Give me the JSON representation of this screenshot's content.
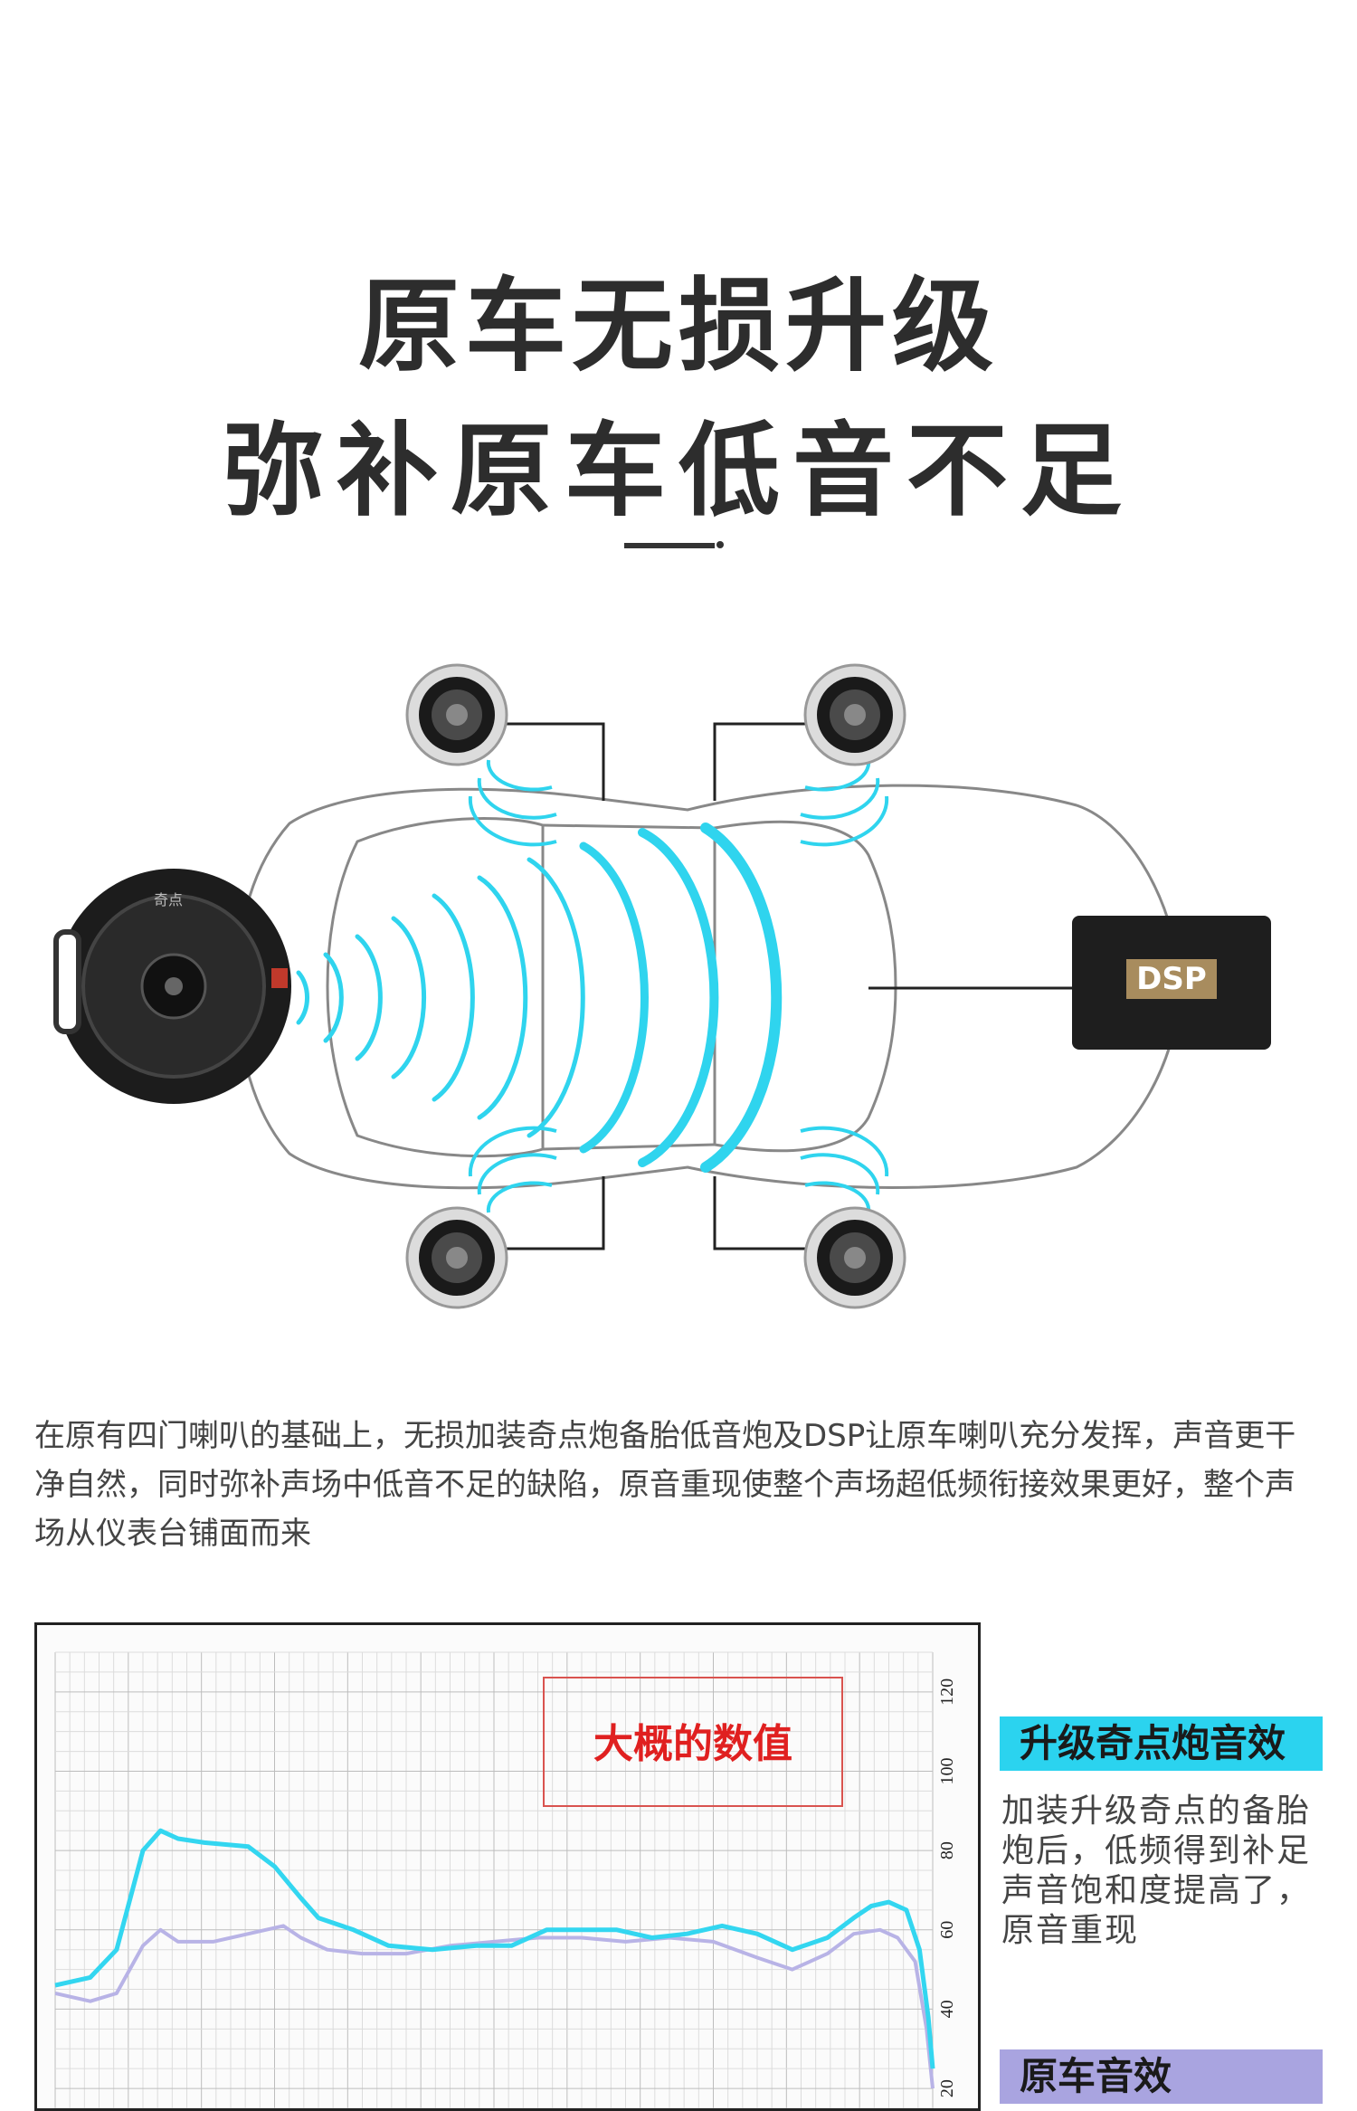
{
  "headline": {
    "line1": "原车无损升级",
    "line2": "弥补原车低音不足"
  },
  "diagram": {
    "dsp_label": "DSP",
    "subwoofer_logo": "奇点",
    "wave_color": "#2fd4ee"
  },
  "description": "在原有四门喇叭的基础上，无损加装奇点炮备胎低音炮及DSP让原车喇叭充分发挥，声音更干净自然，同时弥补声场中低音不足的缺陷，原音重现使整个声场超低频衔接效果更好，整个声场从仪表台铺面而来",
  "chart_data": {
    "type": "line",
    "annotation": "大概的数值",
    "y_ticks": [
      "20",
      "40",
      "60",
      "80",
      "100",
      "120"
    ],
    "ylim": [
      15,
      130
    ],
    "xlim": [
      0,
      100
    ],
    "series": [
      {
        "name": "升级奇点炮音效",
        "color": "#33d6f0",
        "points": [
          [
            0,
            46
          ],
          [
            4,
            48
          ],
          [
            7,
            55
          ],
          [
            10,
            80
          ],
          [
            12,
            85
          ],
          [
            14,
            83
          ],
          [
            17,
            82
          ],
          [
            22,
            81
          ],
          [
            25,
            76
          ],
          [
            28,
            68
          ],
          [
            30,
            63
          ],
          [
            34,
            60
          ],
          [
            38,
            56
          ],
          [
            43,
            55
          ],
          [
            48,
            56
          ],
          [
            52,
            56
          ],
          [
            56,
            60
          ],
          [
            60,
            60
          ],
          [
            64,
            60
          ],
          [
            68,
            58
          ],
          [
            72,
            59
          ],
          [
            76,
            61
          ],
          [
            80,
            59
          ],
          [
            84,
            55
          ],
          [
            88,
            58
          ],
          [
            91,
            63
          ],
          [
            93,
            66
          ],
          [
            95,
            67
          ],
          [
            97,
            65
          ],
          [
            98.5,
            55
          ],
          [
            99.5,
            38
          ],
          [
            100,
            25
          ]
        ]
      },
      {
        "name": "原车音效",
        "color": "#b8b3e6",
        "points": [
          [
            0,
            44
          ],
          [
            4,
            42
          ],
          [
            7,
            44
          ],
          [
            10,
            56
          ],
          [
            12,
            60
          ],
          [
            14,
            57
          ],
          [
            18,
            57
          ],
          [
            22,
            59
          ],
          [
            26,
            61
          ],
          [
            28,
            58
          ],
          [
            31,
            55
          ],
          [
            35,
            54
          ],
          [
            40,
            54
          ],
          [
            45,
            56
          ],
          [
            50,
            57
          ],
          [
            55,
            58
          ],
          [
            60,
            58
          ],
          [
            65,
            57
          ],
          [
            70,
            58
          ],
          [
            75,
            57
          ],
          [
            80,
            53
          ],
          [
            84,
            50
          ],
          [
            88,
            54
          ],
          [
            91,
            59
          ],
          [
            94,
            60
          ],
          [
            96,
            58
          ],
          [
            98,
            52
          ],
          [
            99.3,
            35
          ],
          [
            100,
            20
          ]
        ]
      }
    ]
  },
  "legend": {
    "upgrade_title": "升级奇点炮音效",
    "upgrade_text": "加装升级奇点的备胎炮后，低频得到补足声音饱和度提高了，原音重现",
    "original_title": "原车音效"
  }
}
